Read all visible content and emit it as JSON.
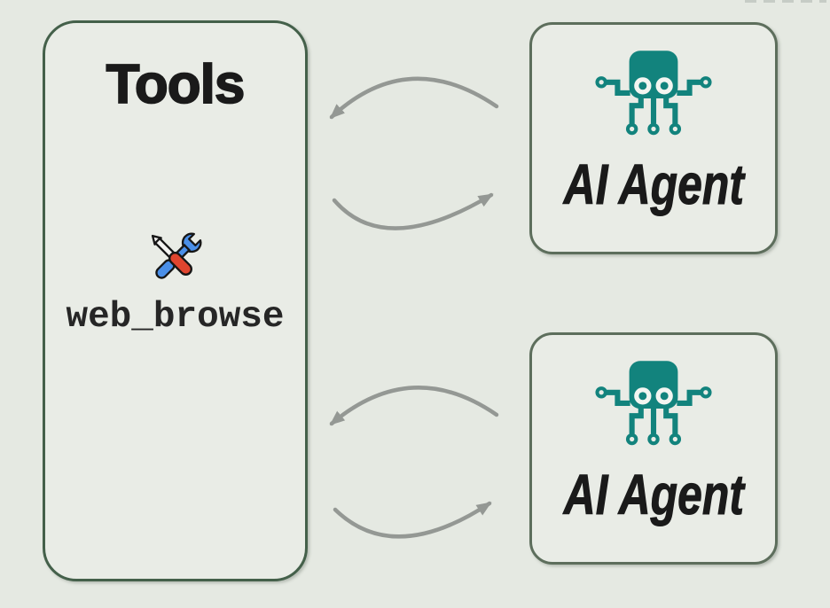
{
  "diagram": {
    "tools_box": {
      "title": "Tools",
      "tool_name": "web_browse",
      "icon": "screwdriver-wrench-icon"
    },
    "agents": [
      {
        "label": "AI Agent",
        "icon": "circuit-octopus-icon"
      },
      {
        "label": "AI Agent",
        "icon": "circuit-octopus-icon"
      }
    ],
    "arrows": [
      {
        "from": "ai-agent-1",
        "to": "tools",
        "direction": "left"
      },
      {
        "from": "tools",
        "to": "ai-agent-1",
        "direction": "right"
      },
      {
        "from": "ai-agent-2",
        "to": "tools",
        "direction": "left"
      },
      {
        "from": "tools",
        "to": "ai-agent-2",
        "direction": "right"
      }
    ],
    "colors": {
      "background": "#e5e9e2",
      "box_fill": "#e9ece6",
      "tools_border": "#44604a",
      "agent_border": "#5d6e5c",
      "arrow": "#949894",
      "octopus": "#12837d",
      "ink": "#1a1a1a"
    }
  }
}
